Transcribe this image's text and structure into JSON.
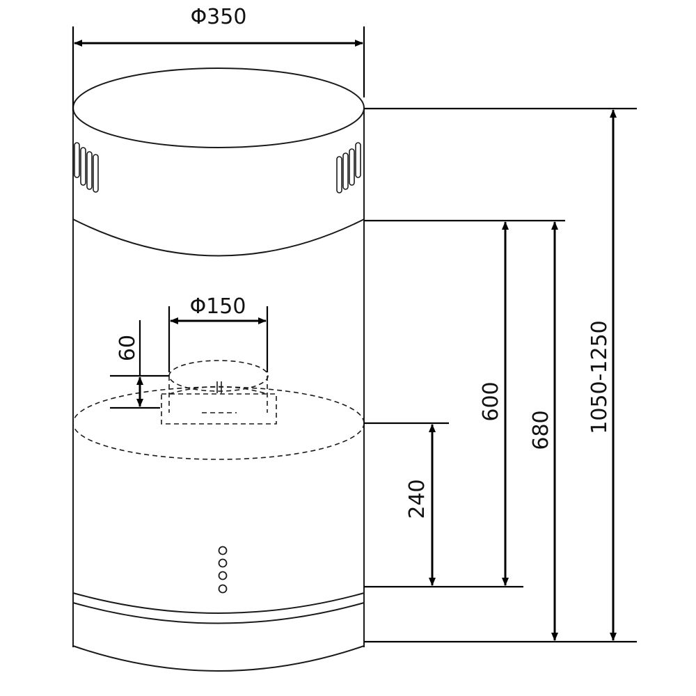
{
  "dimensions": {
    "outer_diameter": "Φ350",
    "duct_diameter": "Φ150",
    "collar_height": "60",
    "height_240": "240",
    "height_600": "600",
    "height_680": "680",
    "overall_height": "1050-1250"
  }
}
